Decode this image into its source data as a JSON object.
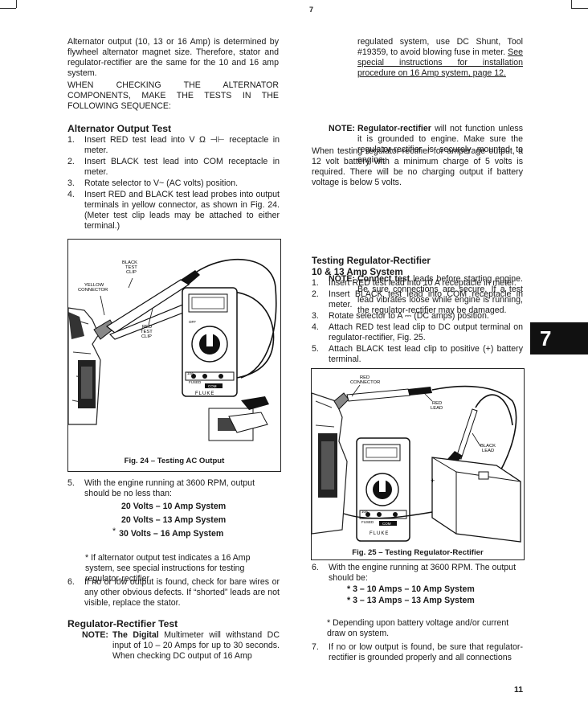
{
  "page": {
    "header_num": "7",
    "footer_num": "11",
    "tab_label": "7"
  },
  "left": {
    "intro_p1": "Alternator output (10, 13 or 16 Amp) is determined by flywheel alternator magnet size. Therefore, stator and regulator-rectifier are the same for the 10 and 16 amp system.",
    "intro_p2": "WHEN CHECKING THE ALTERNATOR COMPONENTS, MAKE THE TESTS IN THE FOLLOWING SEQUENCE:",
    "alt_heading": "Alternator Output Test",
    "steps": [
      {
        "n": "1.",
        "text": "Insert RED test lead into V Ω ⊣⊢ receptacle in meter."
      },
      {
        "n": "2.",
        "text": "Insert BLACK test lead into COM receptacle in meter."
      },
      {
        "n": "3.",
        "text": "Rotate selector to V~ (AC volts) position."
      },
      {
        "n": "4.",
        "text": "Insert RED and BLACK test lead probes into output terminals in yellow connector, as shown in Fig. 24. (Meter test clip leads may be attached to either terminal.)"
      }
    ],
    "fig24": {
      "caption": "Fig. 24 – Testing AC Output",
      "lbl_black": "BLACK\nTEST\nCLIP",
      "lbl_yellow": "YELLOW\nCONNECTOR",
      "lbl_red": "RED\nTEST\nCLIP",
      "meter_brand": "FLUKE",
      "meter_com": "COM",
      "meter_fused": "FUSED",
      "meter_10a": "10A",
      "meter_off": "OFF"
    },
    "step5": {
      "n": "5.",
      "text": "With the engine running at 3600 RPM, output should be no less than:"
    },
    "outputs": [
      "20 Volts – 10 Amp System",
      "20 Volts – 13 Amp System",
      "30 Volts – 16 Amp System"
    ],
    "output_star": "*",
    "footnote": "* If alternator output test indicates a 16 Amp system, see special instructions for testing regulator-rectifier.",
    "step6": {
      "n": "6.",
      "text": "If no or low output is found, check for bare wires or any other obvious defects. If “shorted” leads are not visible, replace the stator."
    },
    "rr_heading": "Regulator-Rectifier Test",
    "note1_label": "NOTE:",
    "note1_bold": "The Digital",
    "note1_text": " Multimeter will withstand DC input of 10 – 20 Amps for up to 30 seconds. When checking DC output of 16 Amp"
  },
  "right": {
    "cont_text": "regulated system, use DC Shunt, Tool #19359, to avoid blowing fuse in meter.",
    "cont_link": "See special instructions for installation procedure on 16 Amp system, page 12.",
    "note2_label": "NOTE:",
    "note2_bold": "Regulator-rectifier",
    "note2_text": " will not function unless it is grounded to engine. Make sure the regulator-rectifier is securely mounted to engine.",
    "para_battery": "When testing regulator-rectifier for amperage output, a 12 volt battery with a minimum charge of 5 volts is required. There will be no charging output if battery voltage is below 5 volts.",
    "note3_label": "NOTE:",
    "note3_bold": "Connect test",
    "note3_text": " leads before starting engine. Be sure connections are secure. If a test lead vibrates loose while engine is running, the regulator-rectifier may be damaged.",
    "heading_line1": "Testing Regulator-Rectifier",
    "heading_line2": "10 & 13 Amp System",
    "steps": [
      {
        "n": "1.",
        "text": "Insert RED test lead into 10 A receptacle in meter."
      },
      {
        "n": "2.",
        "text": "Insert BLACK test lead into COM receptacle in meter."
      },
      {
        "n": "3.",
        "text": "Rotate selector to A ⎓ (DC amps) position."
      },
      {
        "n": "4.",
        "text": "Attach RED test lead clip to DC output terminal on regulator-rectifier, Fig. 25."
      },
      {
        "n": "5.",
        "text": "Attach BLACK test lead clip to positive (+) battery terminal."
      }
    ],
    "fig25": {
      "caption": "Fig. 25 – Testing Regulator-Rectifier",
      "lbl_red_conn": "RED\nCONNECTOR",
      "lbl_red_lead": "RED\nLEAD",
      "lbl_black_lead": "BLACK\nLEAD",
      "meter_brand": "FLUKE",
      "meter_com": "COM",
      "meter_fused": "FUSED",
      "meter_10a": "10A",
      "plus": "+"
    },
    "step6": {
      "n": "6.",
      "text": "With the engine running at 3600 RPM. The output should be:"
    },
    "amps": [
      "* 3 – 10 Amps – 10 Amp System",
      "* 3 – 13 Amps – 13 Amp System"
    ],
    "footnote": "* Depending upon battery voltage and/or current draw on system.",
    "step7": {
      "n": "7.",
      "text": "If no or low output is found, be sure that regulator-rectifier is grounded properly and all connections"
    }
  }
}
